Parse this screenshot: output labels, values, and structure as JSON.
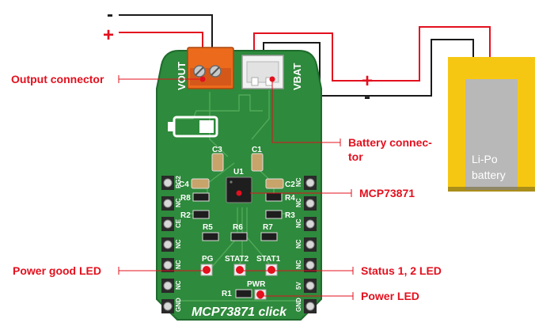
{
  "colors": {
    "label": "#e3101e",
    "board": "#2e8a3c",
    "board_dark": "#1f6b2d",
    "connector_orange": "#ec6a1c",
    "battery_frame": "#f6c712",
    "battery_cell": "#b8b8b8",
    "wire_pos": "#e3101e",
    "wire_neg": "#1a1a1a"
  },
  "signs": {
    "top_minus": "-",
    "top_plus": "+",
    "bat_plus": "+",
    "bat_minus": "-"
  },
  "labels": {
    "output_connector": "Output connector",
    "battery_connector_1": "Battery connec-",
    "battery_connector_2": "tor",
    "mcp": "MCP73871",
    "power_good": "Power good LED",
    "status": "Status 1, 2 LED",
    "power_led": "Power LED"
  },
  "battery": {
    "line1": "Li-Po",
    "line2": "battery"
  },
  "board": {
    "vout": "VOUT",
    "vbat": "VBAT",
    "title": "MCP73871 click",
    "u1": "U1",
    "c1": "C1",
    "c2": "C2",
    "c3": "C3",
    "c4": "C4",
    "r1": "R1",
    "r2": "R2",
    "r3": "R3",
    "r4": "R4",
    "r5": "R5",
    "r6": "R6",
    "r7": "R7",
    "r8": "R8",
    "pg": "PG",
    "stat1": "STAT1",
    "stat2": "STAT2",
    "pwr": "PWR",
    "left_pins": [
      "PG2",
      "NC",
      "CE",
      "NC",
      "NC",
      "NC",
      "GND"
    ],
    "right_pins": [
      "NC",
      "NC",
      "NC",
      "NC",
      "NC",
      "5V",
      "GND"
    ]
  }
}
